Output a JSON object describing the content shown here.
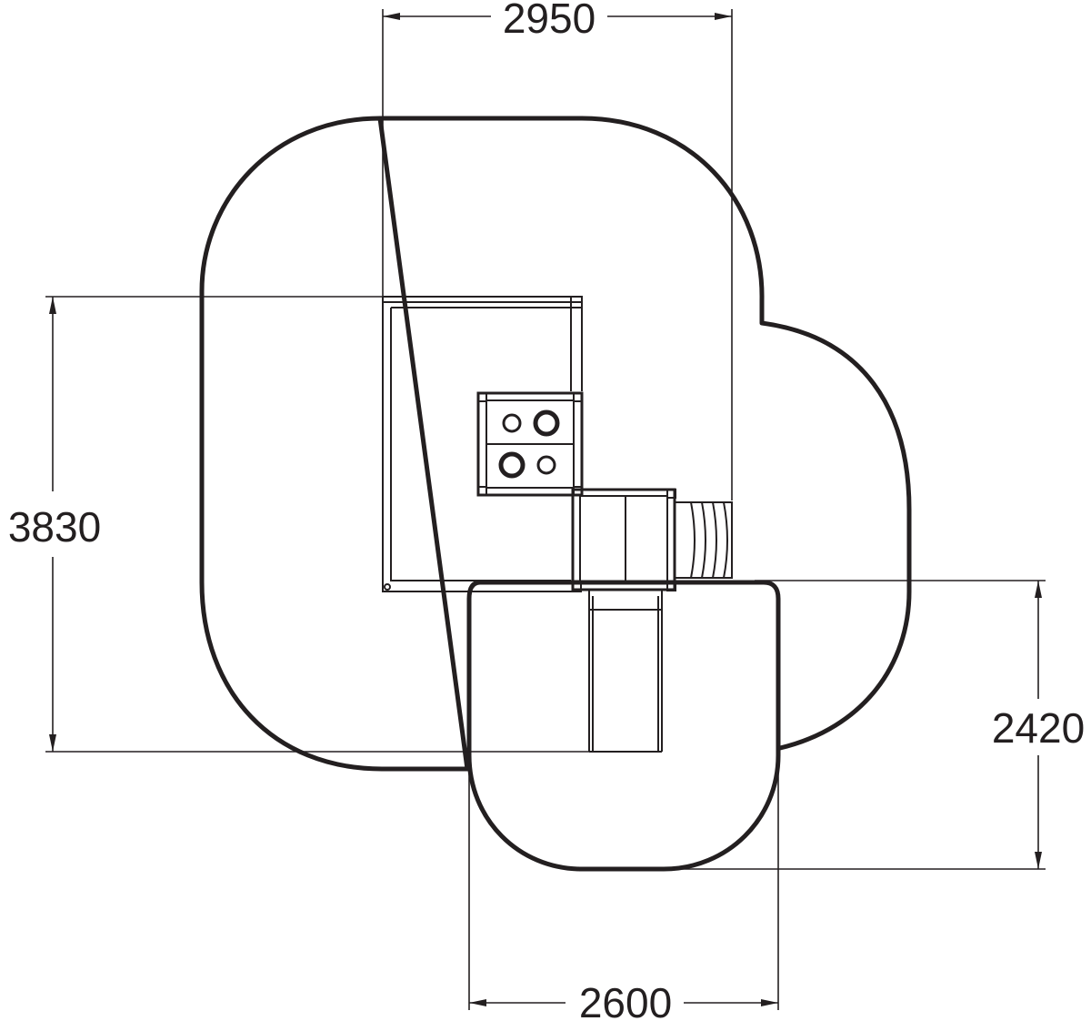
{
  "drawing": {
    "line_color": "#231f20",
    "background": "#ffffff"
  },
  "dimensions": {
    "top_width": "2950",
    "left_height": "3830",
    "right_height": "2420",
    "bottom_width": "2600"
  }
}
